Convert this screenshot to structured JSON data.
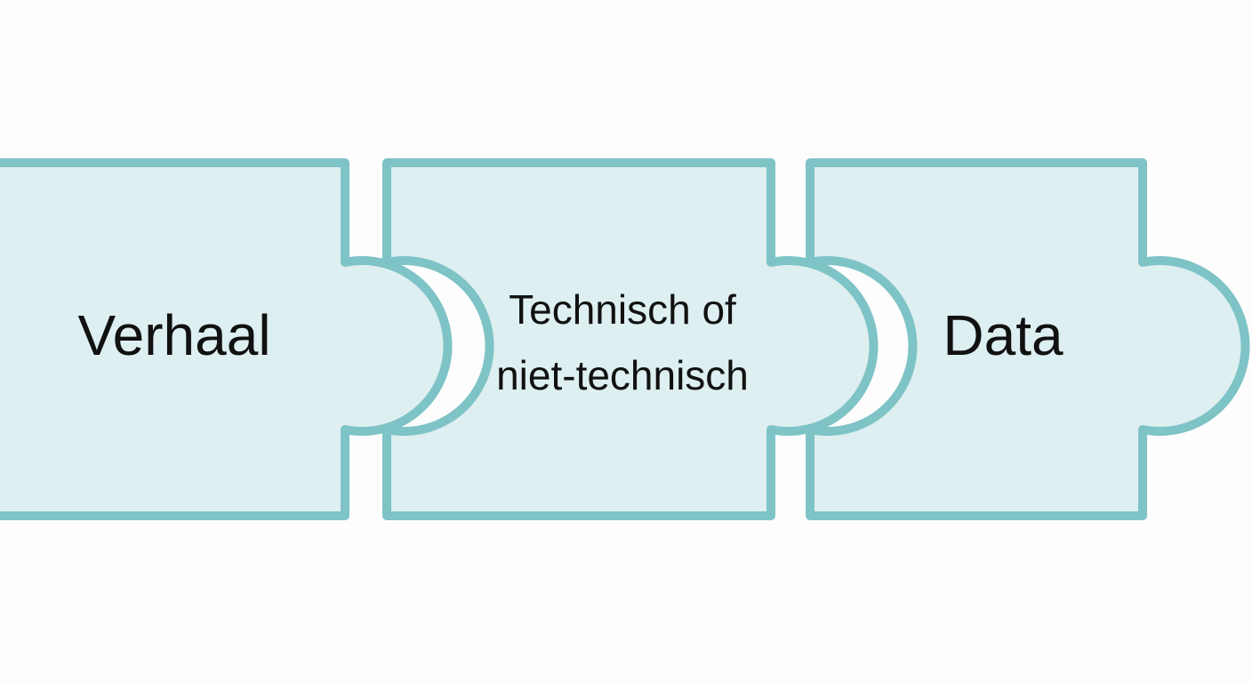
{
  "diagram": {
    "type": "puzzle-pieces",
    "orientation": "horizontal",
    "background_color": "#fdfdfd",
    "piece_fill_color": "#ddeff0",
    "piece_border_color": "#7ec3c6",
    "label_color": "#111111",
    "pieces": [
      {
        "id": "verhaal",
        "label": "Verhaal",
        "label_lines": [
          "Verhaal"
        ],
        "position": "left",
        "left_edge": "cut-off",
        "right_connector": "tab"
      },
      {
        "id": "technisch-of-niet-technisch",
        "label": "Technisch of niet-technisch",
        "label_lines": [
          "Technisch of",
          "niet-technisch"
        ],
        "position": "middle",
        "left_connector": "notch",
        "right_connector": "tab"
      },
      {
        "id": "data",
        "label": "Data",
        "label_lines": [
          "Data"
        ],
        "position": "right",
        "left_connector": "notch",
        "right_connector": "tab"
      }
    ]
  }
}
